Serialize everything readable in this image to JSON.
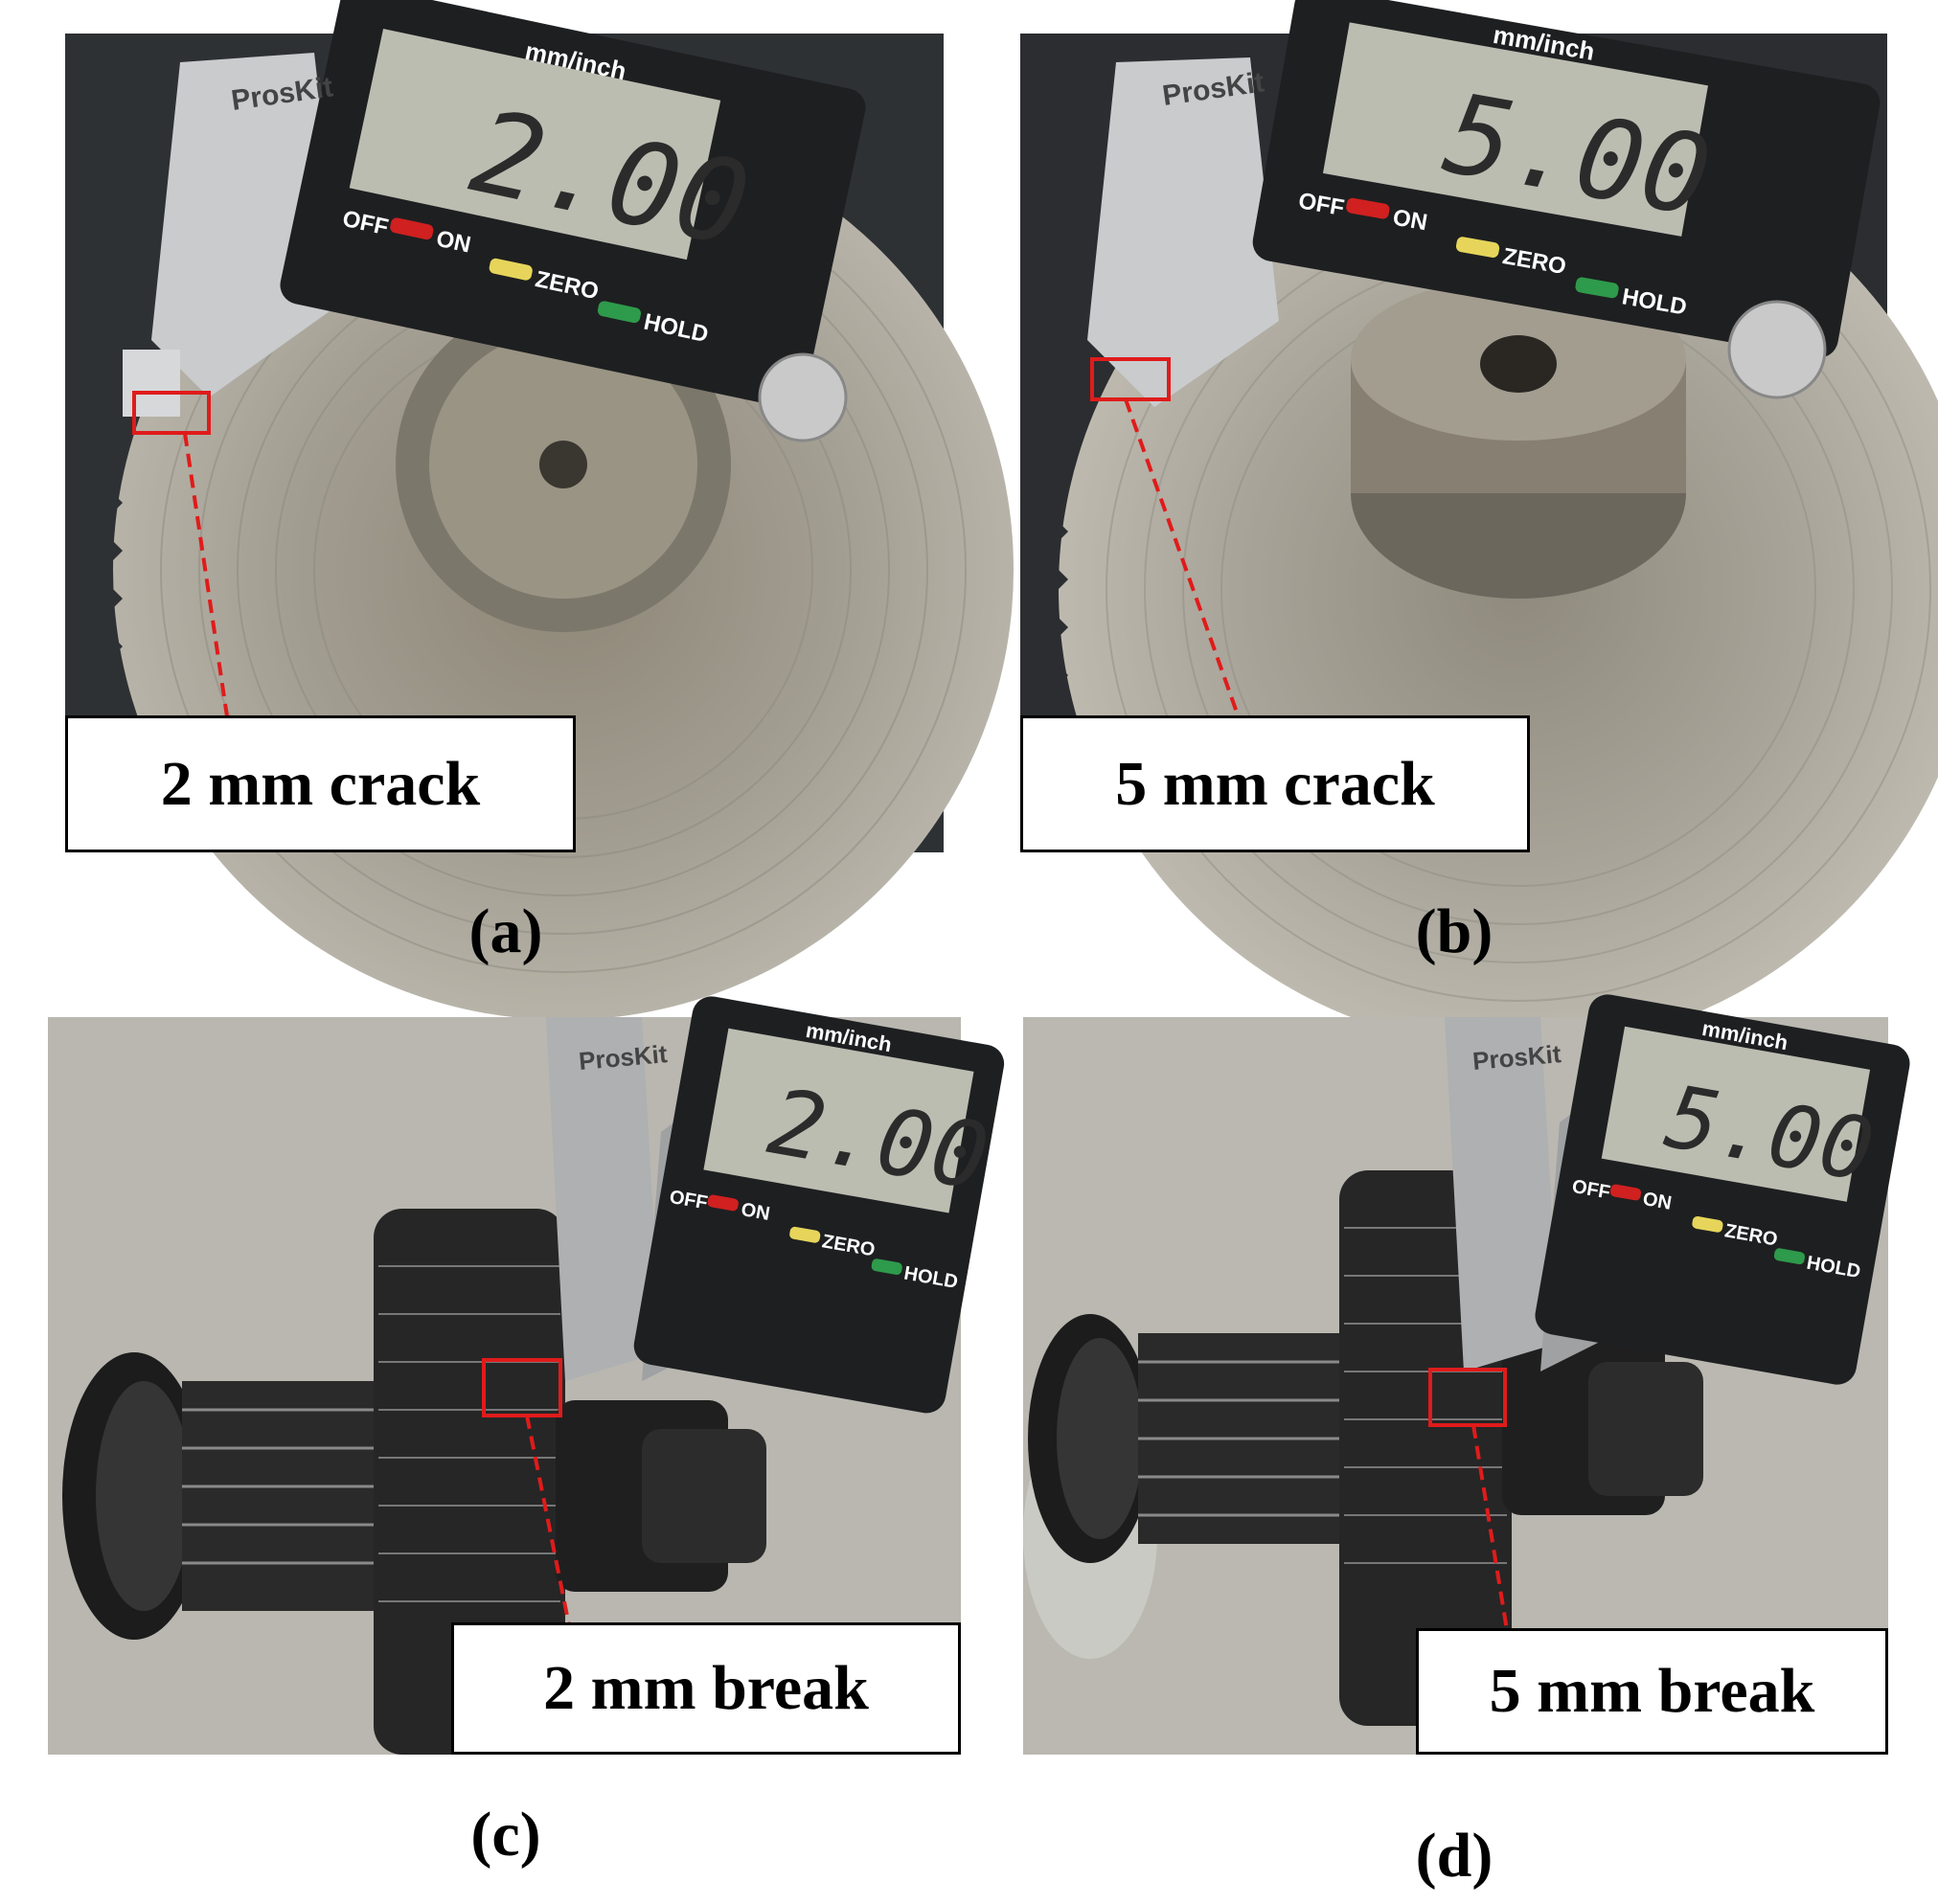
{
  "panels": [
    {
      "id": "a",
      "caption": "2 mm crack",
      "label": "(a)",
      "reading": "2.00",
      "unit": "mm"
    },
    {
      "id": "b",
      "caption": "5 mm crack",
      "label": "(b)",
      "reading": "5.00",
      "unit": "mm"
    },
    {
      "id": "c",
      "caption": "2 mm break",
      "label": "(c)",
      "reading": "2.00",
      "unit": "mm"
    },
    {
      "id": "d",
      "caption": "5 mm break",
      "label": "(d)",
      "reading": "5.00",
      "unit": "mm"
    }
  ],
  "caliper": {
    "brand": "ProsKit",
    "unit_button": "mm/inch",
    "off_label": "OFF",
    "on_label": "ON",
    "zero_label": "ZERO",
    "hold_label": "HOLD"
  },
  "colors": {
    "marker_red": "#e01b1b",
    "gear_metal": "#a09d93",
    "steel_dark": "#2b2b2b",
    "lcd": "#b9bbb0"
  }
}
